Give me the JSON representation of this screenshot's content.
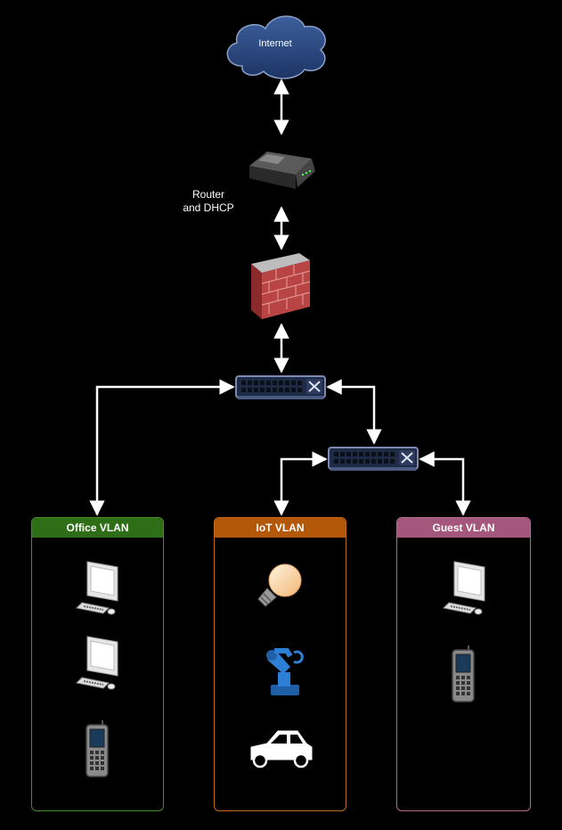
{
  "internet": {
    "label": "Internet"
  },
  "router": {
    "label_line1": "Router",
    "label_line2": "and DHCP"
  },
  "vlans": {
    "office": {
      "label": "Office VLAN",
      "color": "#2d6e17",
      "border": "#4a8a2f"
    },
    "iot": {
      "label": "IoT VLAN",
      "color": "#b35709",
      "border": "#c46a1c"
    },
    "guest": {
      "label": "Guest VLAN",
      "color": "#a4567d",
      "border": "#b36a90"
    }
  },
  "icons": [
    "cloud-icon",
    "router-icon",
    "firewall-icon",
    "switch-icon",
    "desktop-icon",
    "mobile-phone-icon",
    "lightbulb-icon",
    "robot-arm-icon",
    "car-icon"
  ]
}
